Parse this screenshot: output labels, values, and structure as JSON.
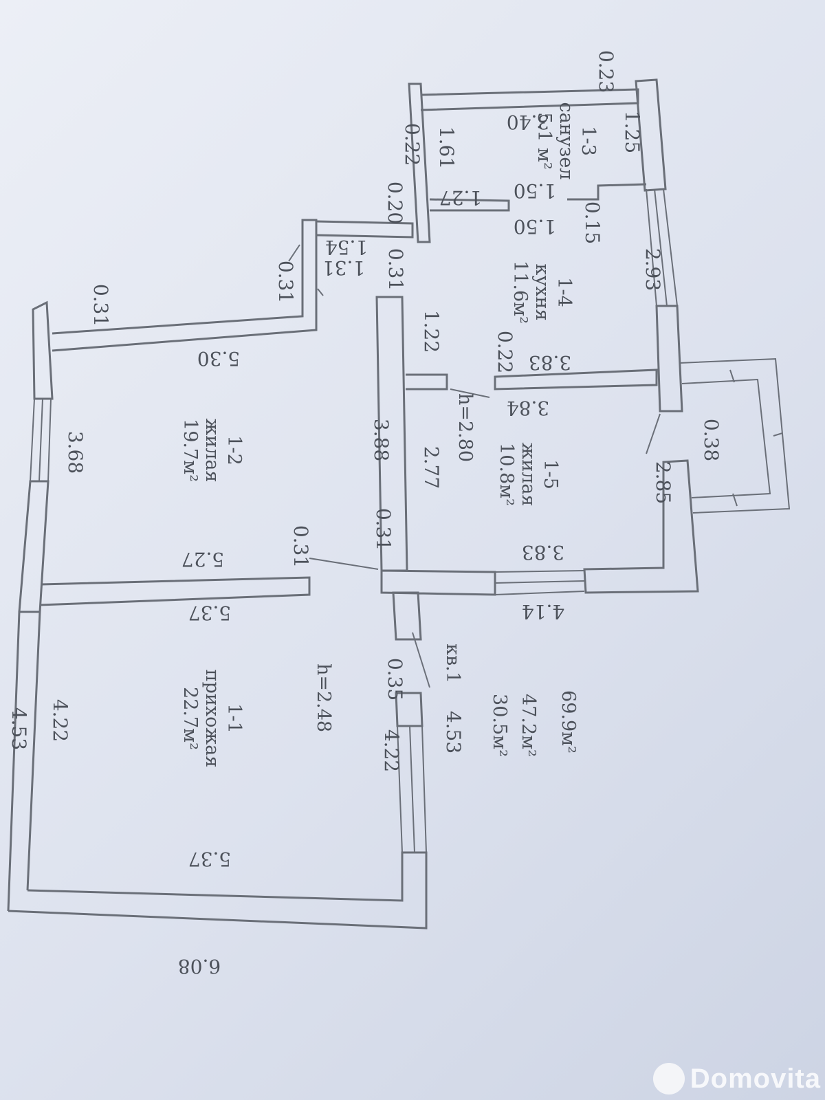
{
  "rooms": {
    "r11": {
      "id": "1-1",
      "name": "прихожая",
      "area": "22.7м²"
    },
    "r12": {
      "id": "1-2",
      "name": "жилая",
      "area": "19.7м²"
    },
    "r13": {
      "id": "1-3",
      "name": "санузел",
      "area": "5.1 м²"
    },
    "r14": {
      "id": "1-4",
      "name": "кухня",
      "area": "11.6м²"
    },
    "r15": {
      "id": "1-5",
      "name": "жилая",
      "area": "10.8м²"
    }
  },
  "heights": {
    "h1": "h=2.48",
    "h2": "h=2.80"
  },
  "apartment": {
    "label": "кв.1",
    "area_living": "30.5м²",
    "area_useful": "47.2м²",
    "area_total": "69.9м²"
  },
  "dims": {
    "d_608": "6.08",
    "d_453a": "4.53",
    "d_453b": "4.53",
    "d_422a": "4.22",
    "d_422b": "4.22",
    "d_537a": "5.37",
    "d_537b": "5.37",
    "d_035": "0.35",
    "d_031a": "0.31",
    "d_031b": "0.31",
    "d_031c": "0.31",
    "d_031d": "0.31",
    "d_031e": "0.31",
    "d_527": "5.27",
    "d_368": "3.68",
    "d_530": "5.30",
    "d_388": "3.88",
    "d_277": "2.77",
    "d_131": "1.31",
    "d_154": "1.54",
    "d_122": "1.22",
    "d_022a": "0.22",
    "d_022b": "0.22",
    "d_383a": "3.83",
    "d_383b": "3.83",
    "d_384": "3.84",
    "d_414": "4.14",
    "d_285": "2.85",
    "d_038": "0.38",
    "d_293": "2.93",
    "d_015": "0.15",
    "d_150a": "1.50",
    "d_150b": "1.50",
    "d_127": "1.27",
    "d_020": "0.20",
    "d_161": "1.61",
    "d_340": "3.40",
    "d_125": "1.25",
    "d_023": "0.23"
  },
  "brand": {
    "name": "Domovita"
  }
}
